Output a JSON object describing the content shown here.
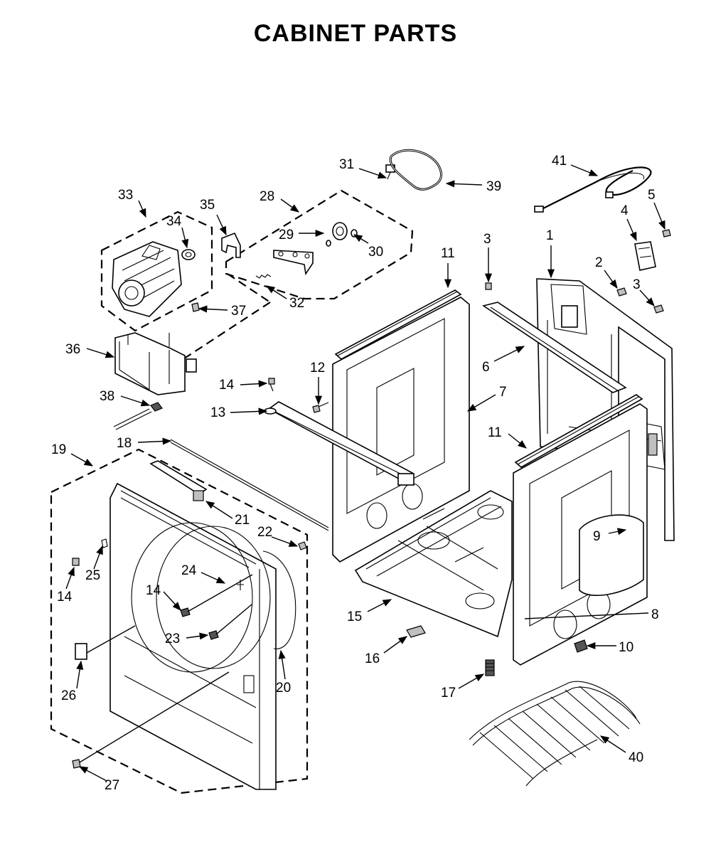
{
  "title": "CABINET PARTS",
  "callouts": [
    "1",
    "2",
    "3",
    "3",
    "4",
    "5",
    "6",
    "7",
    "8",
    "9",
    "10",
    "11",
    "11",
    "12",
    "13",
    "14",
    "14",
    "14",
    "15",
    "16",
    "17",
    "18",
    "19",
    "20",
    "21",
    "22",
    "23",
    "24",
    "25",
    "26",
    "27",
    "28",
    "29",
    "30",
    "31",
    "32",
    "33",
    "34",
    "35",
    "36",
    "37",
    "38",
    "39",
    "40",
    "41"
  ]
}
